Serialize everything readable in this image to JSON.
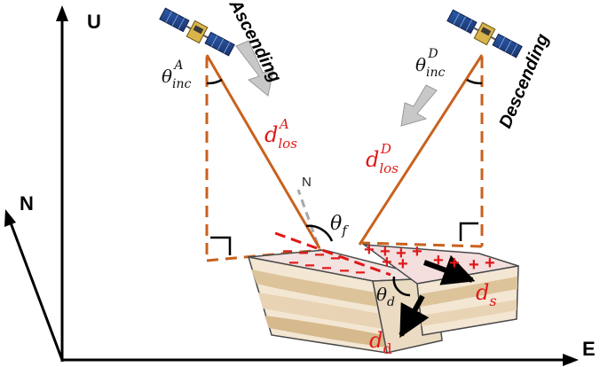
{
  "axes": {
    "up": "U",
    "north": "N",
    "east": "E"
  },
  "orbits": {
    "ascending": "Ascending",
    "descending": "Descending"
  },
  "symbols": {
    "theta": "θ",
    "d": "d",
    "inc_sub": "inc",
    "los_sub": "los",
    "asc_sup": "A",
    "desc_sup": "D",
    "f_sub": "f",
    "d_sub": "d",
    "s_sub": "s",
    "fault_normal": "N"
  },
  "signs": {
    "minus": "−",
    "plus": "+"
  },
  "colors": {
    "orbit_line": "#c8621e",
    "fault_red": "#e01818",
    "arrow_gray": "#c8c8c8",
    "block_layers": [
      "#f3e7d3",
      "#e8d3b4",
      "#f6ecdc",
      "#dcc39a",
      "#f1e3c7"
    ]
  },
  "icons": [
    "satellite-icon-ascending",
    "satellite-icon-descending"
  ]
}
